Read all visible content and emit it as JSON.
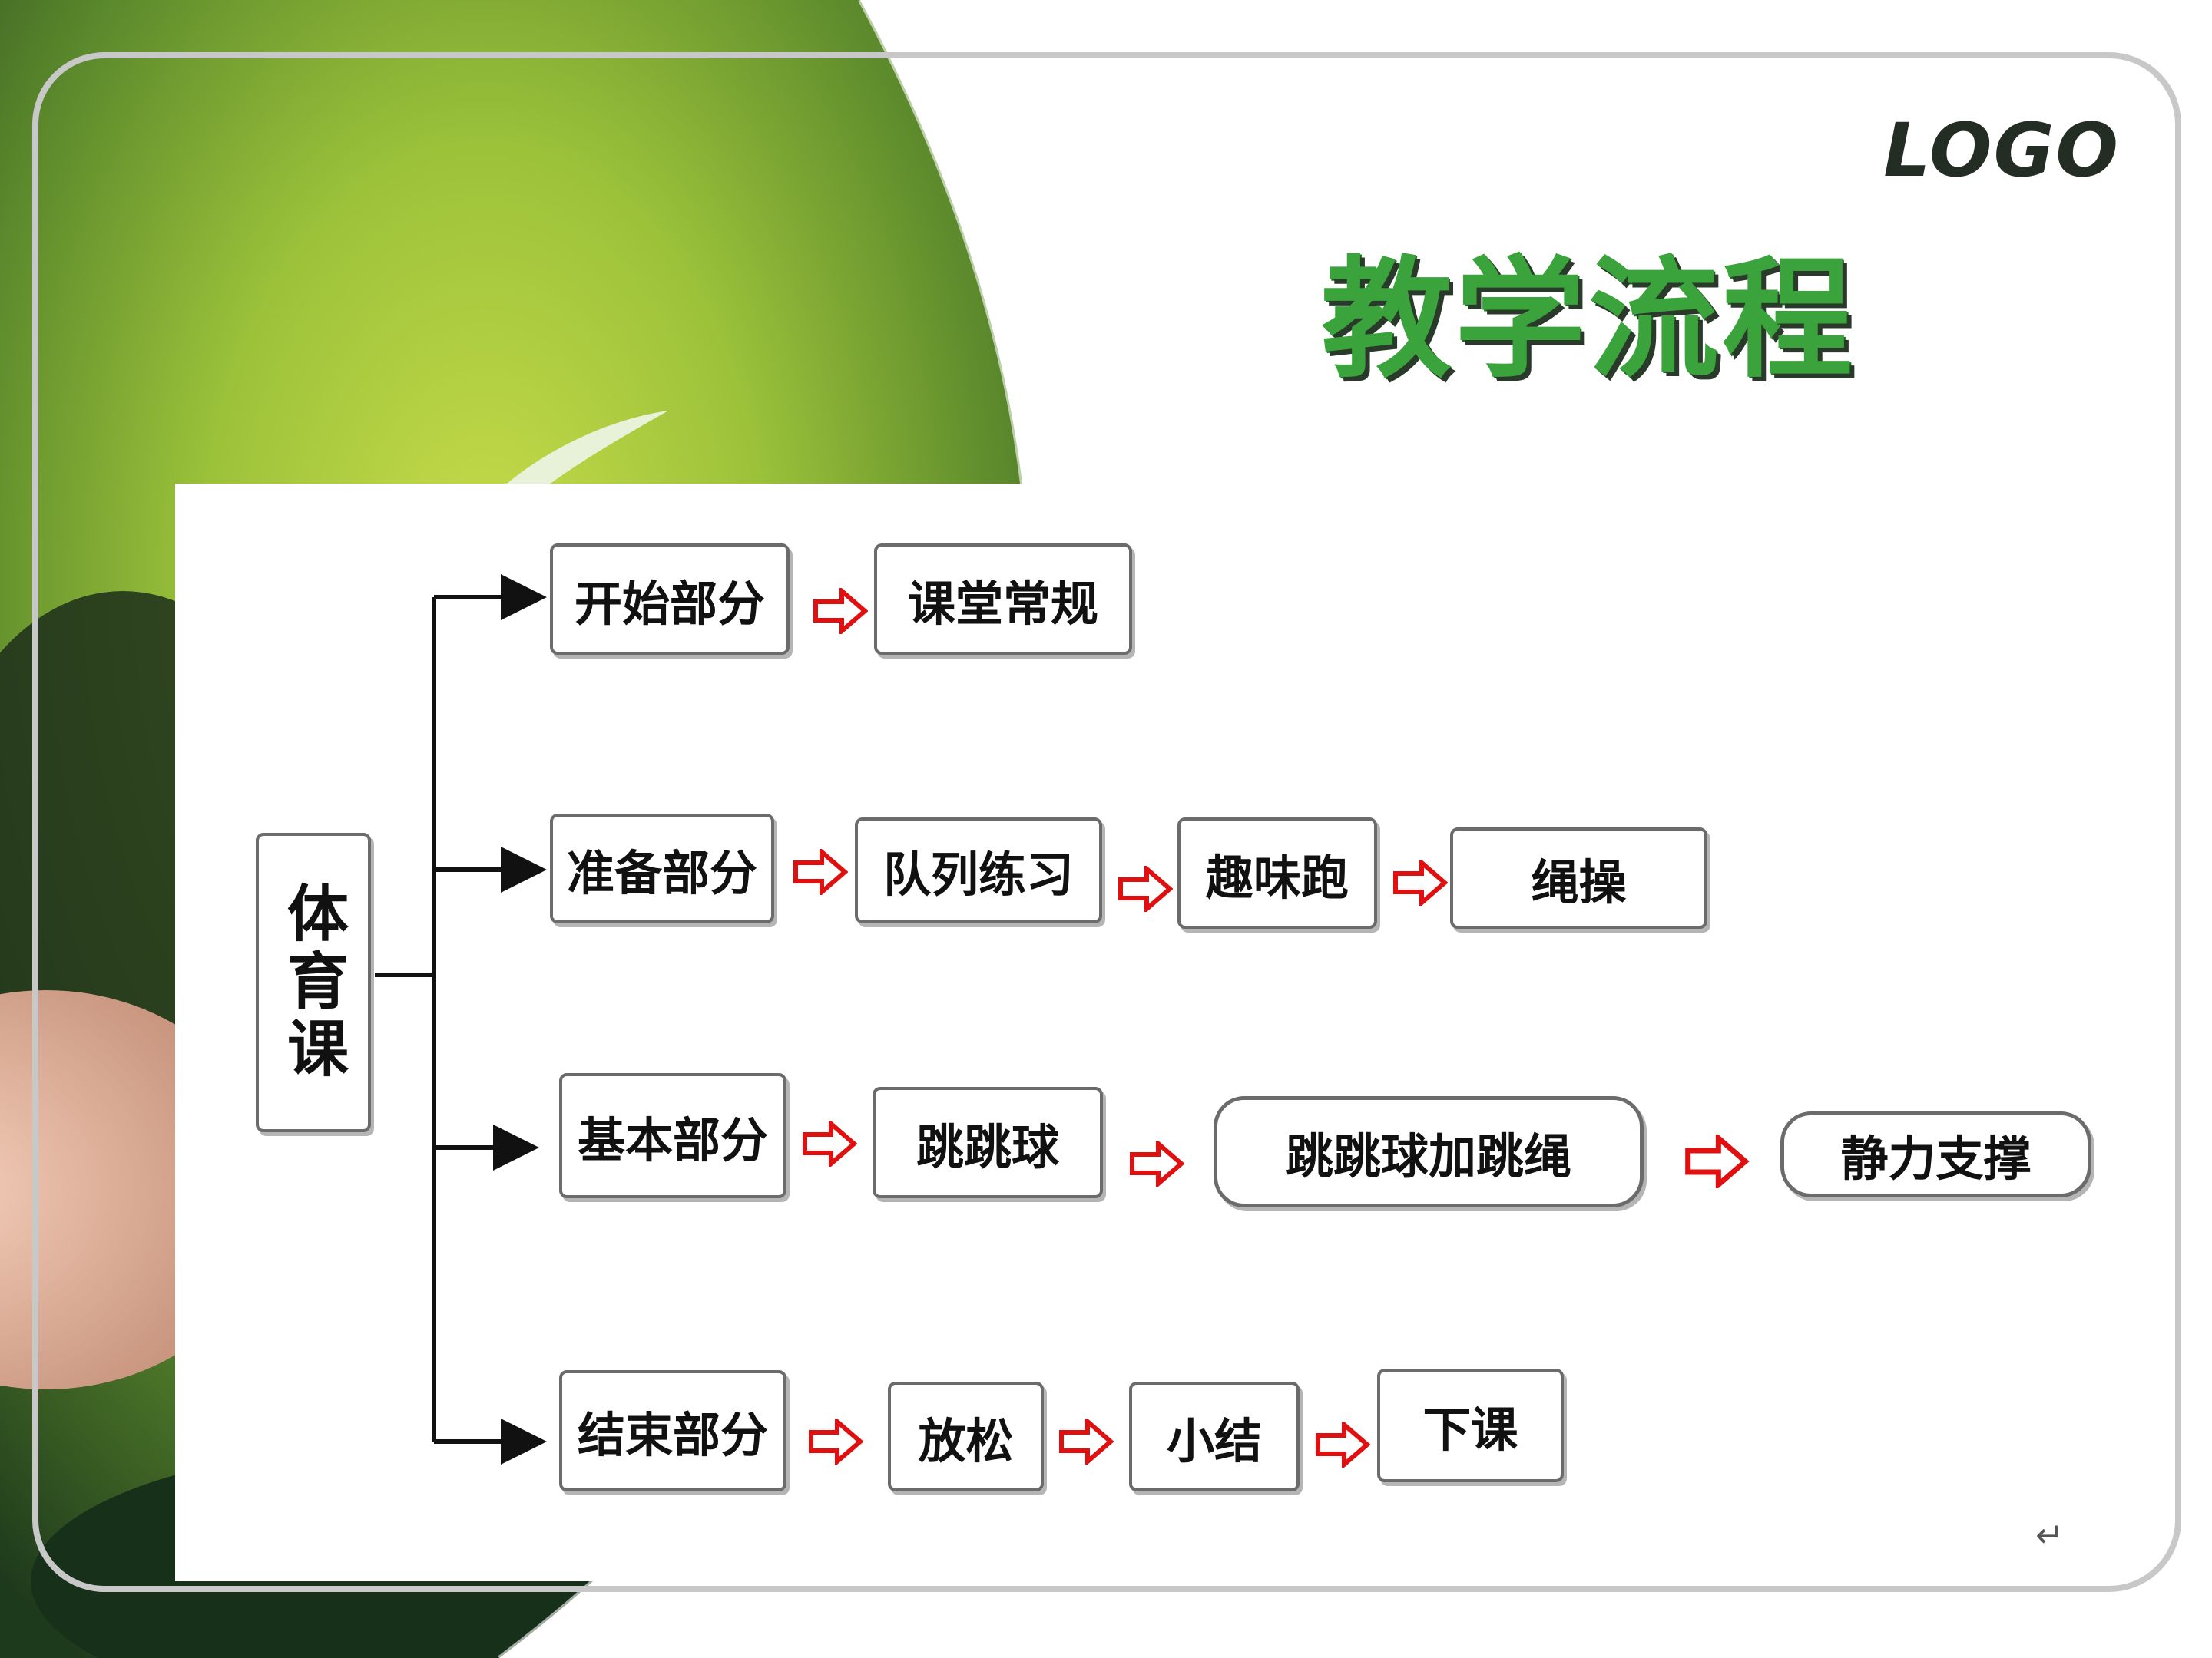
{
  "header": {
    "logo": "LOGO",
    "title": "教学流程"
  },
  "diagram": {
    "root": "体育课",
    "rows": [
      {
        "section": "开始部分",
        "steps": [
          "课堂常规"
        ]
      },
      {
        "section": "准备部分",
        "steps": [
          "队列练习",
          "趣味跑",
          "绳操"
        ]
      },
      {
        "section": "基本部分",
        "steps": [
          "跳跳球",
          "跳跳球加跳绳",
          "静力支撑"
        ]
      },
      {
        "section": "结束部分",
        "steps": [
          "放松",
          "小结",
          "下课"
        ]
      }
    ]
  },
  "colors": {
    "title_green": "#3aa33c",
    "arrow_red": "#e01010",
    "frame_gray": "#c8c8c8"
  },
  "footer": {
    "return_mark": "↵"
  }
}
